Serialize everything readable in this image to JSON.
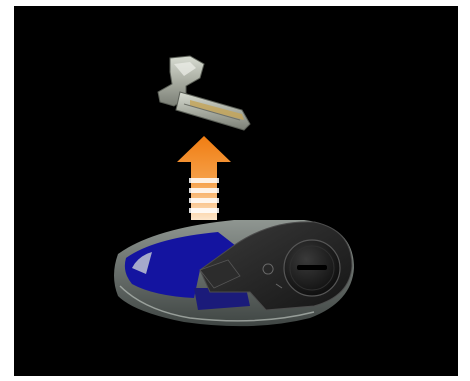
{
  "illustration": {
    "subject": "key-fob-emergency-key-removal",
    "colors": {
      "background": "#000000",
      "arrow_orange": "#f08a1c",
      "arrow_light": "#fce9d0",
      "fob_body": "#1f1f1f",
      "fob_interior": "#1414a0",
      "key_metal": "#b8bcb0"
    },
    "icons": [
      "emergency-key",
      "up-arrow",
      "key-fob",
      "battery-cover"
    ]
  }
}
